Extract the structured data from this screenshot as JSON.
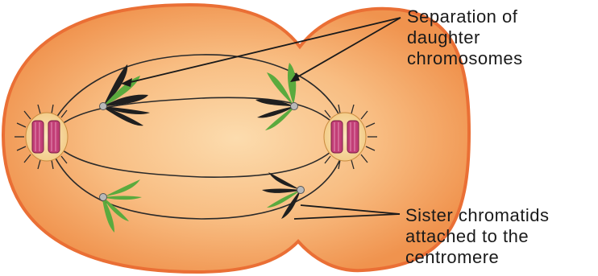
{
  "labels": {
    "separation": [
      "Separation of",
      "daughter",
      "chromosomes"
    ],
    "sister": [
      "Sister chromatids",
      "attached to the",
      "centromere"
    ]
  },
  "colors": {
    "cell_edge": "#e8743a",
    "cell_fill": "#f6ad6c",
    "cell_center": "#fbd9a6",
    "centrosome_fill": "#f6dba0",
    "centriole": "#c13e74",
    "chromosome_dark": "#1e1e1e",
    "chromosome_green": "#5bab3e",
    "centromere": "#b8b8b8",
    "line": "#222222"
  }
}
